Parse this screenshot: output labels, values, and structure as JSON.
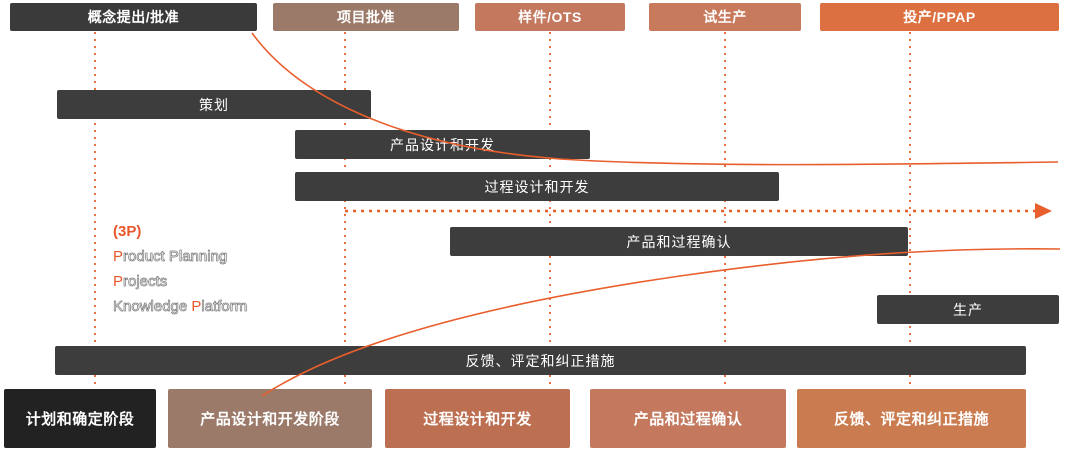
{
  "colors": {
    "bar": "#3e3d3d",
    "accent_line": "#e85f2d",
    "milestone_dark": "#3a3a3a",
    "phase_black": "#222222"
  },
  "milestones": [
    {
      "label": "概念提出/批准",
      "color": "#3a3a3a"
    },
    {
      "label": "项目批准",
      "color": "#9c7a6a"
    },
    {
      "label": "样件/OTS",
      "color": "#c4795f"
    },
    {
      "label": "试生产",
      "color": "#c87a5d"
    },
    {
      "label": "投产/PPAP",
      "color": "#dd7040"
    }
  ],
  "bars": [
    {
      "label": "策划"
    },
    {
      "label": "产品设计和开发"
    },
    {
      "label": "过程设计和开发"
    },
    {
      "label": "产品和过程确认"
    },
    {
      "label": "生产"
    },
    {
      "label": "反馈、评定和纠正措施"
    }
  ],
  "phases": [
    {
      "label": "计划和确定阶段",
      "color": "#222222"
    },
    {
      "label": "产品设计和开发阶段",
      "color": "#9c7a6a"
    },
    {
      "label": "过程设计和开发",
      "color": "#bd6f52"
    },
    {
      "label": "产品和过程确认",
      "color": "#c4795f"
    },
    {
      "label": "反馈、评定和纠正措施",
      "color": "#ca7c50"
    }
  ],
  "legend": {
    "title": "(3P)",
    "lines": [
      {
        "prefix": "",
        "highlight": "P",
        "rest": "roduct Planning"
      },
      {
        "prefix": "",
        "highlight": "P",
        "rest": "rojects"
      },
      {
        "prefix": "Knowledge ",
        "highlight": "P",
        "rest": "latform"
      }
    ]
  }
}
